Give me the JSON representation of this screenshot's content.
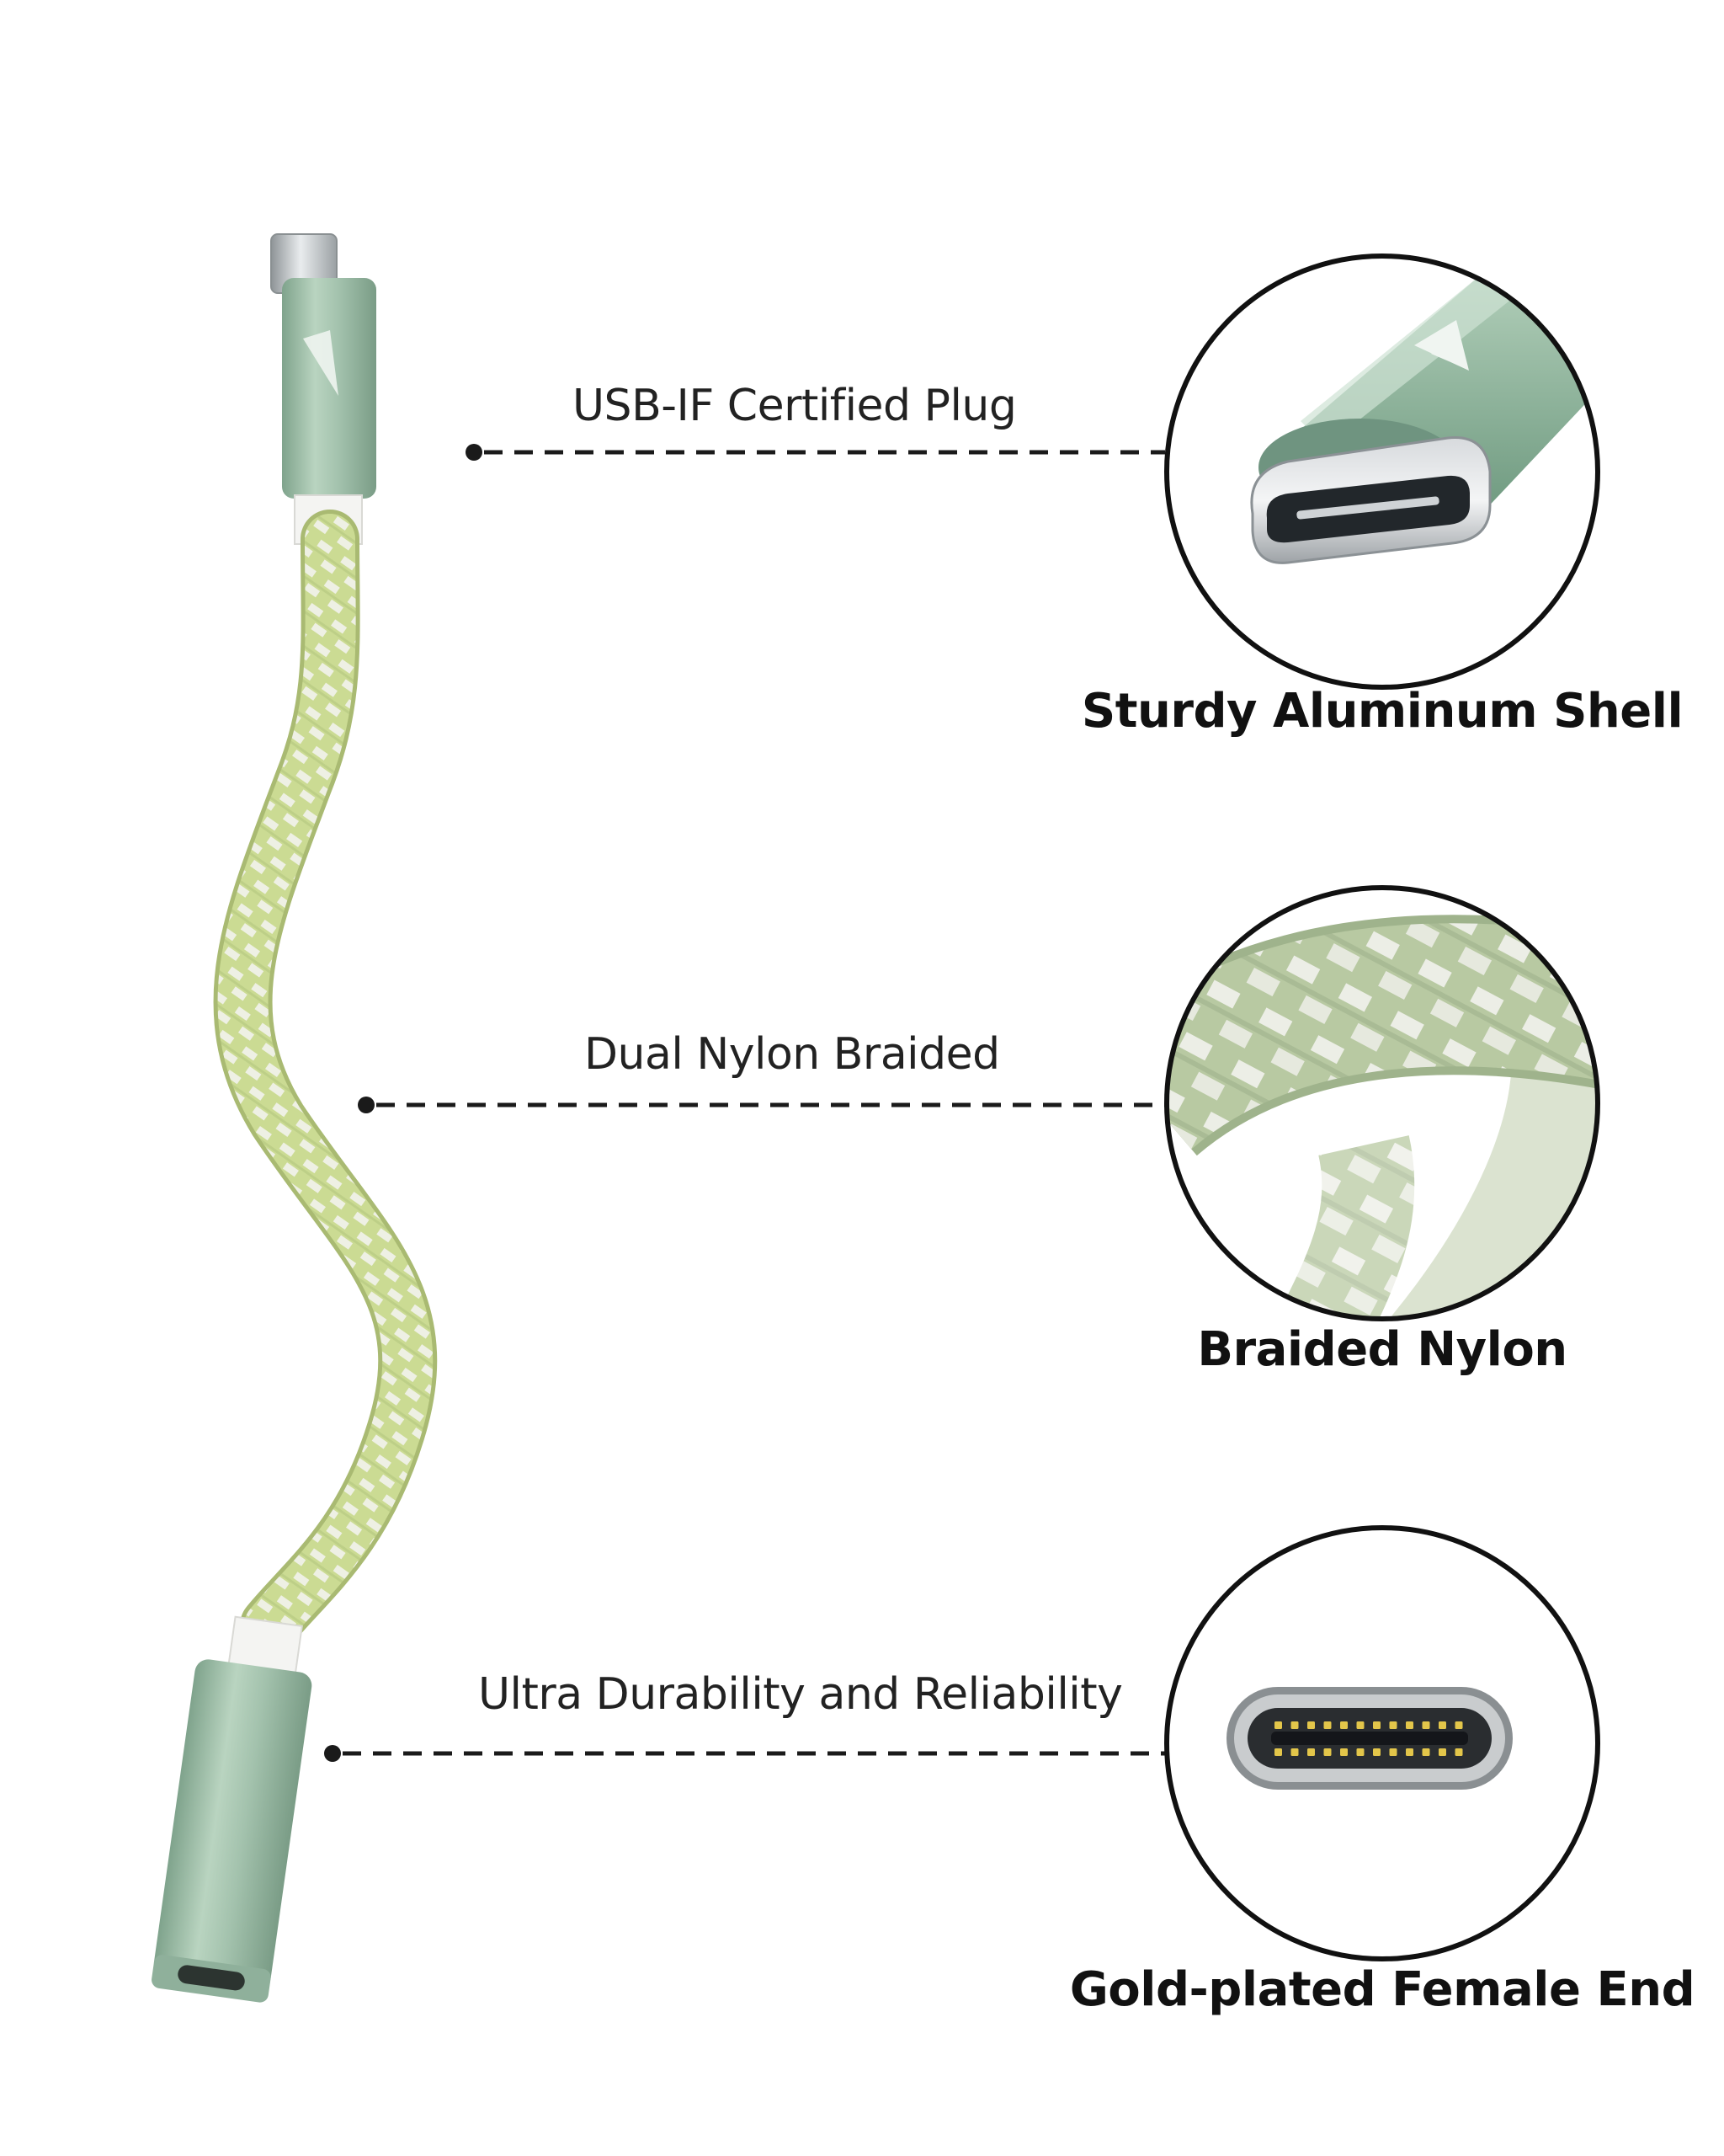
{
  "callouts": [
    {
      "label": "USB-IF Certified Plug",
      "caption": "Sturdy Aluminum Shell"
    },
    {
      "label": "Dual Nylon Braided",
      "caption": "Braided Nylon"
    },
    {
      "label": "Ultra Durability and Reliability",
      "caption": "Gold-plated Female End"
    }
  ],
  "colors": {
    "shell": "#9fbfa8",
    "braid_green": "#cddc97",
    "braid_white": "#eef0e6",
    "pin_gold": "#e3c64a",
    "line": "#1a1a1a"
  }
}
